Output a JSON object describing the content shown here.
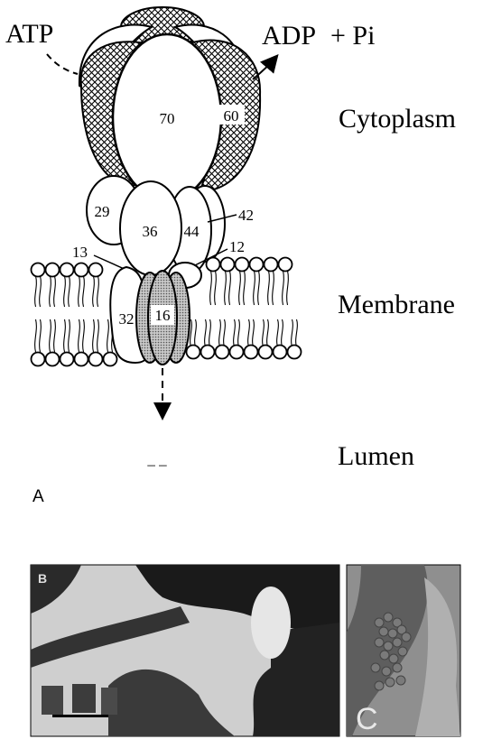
{
  "figure": {
    "reaction": {
      "substrate": "ATP",
      "product": "ADP",
      "plus_pi": "+ Pi"
    },
    "compartments": {
      "cytoplasm": "Cytoplasm",
      "membrane": "Membrane",
      "lumen": "Lumen"
    },
    "subunits": {
      "s70": "70",
      "s60": "60",
      "s29": "29",
      "s36": "36",
      "s44": "44",
      "s42": "42",
      "s13": "13",
      "s12": "12",
      "s32": "32",
      "s16": "16"
    },
    "lumen_mark": "– –",
    "panels": {
      "a": "A",
      "b": "B",
      "c": "C"
    }
  }
}
